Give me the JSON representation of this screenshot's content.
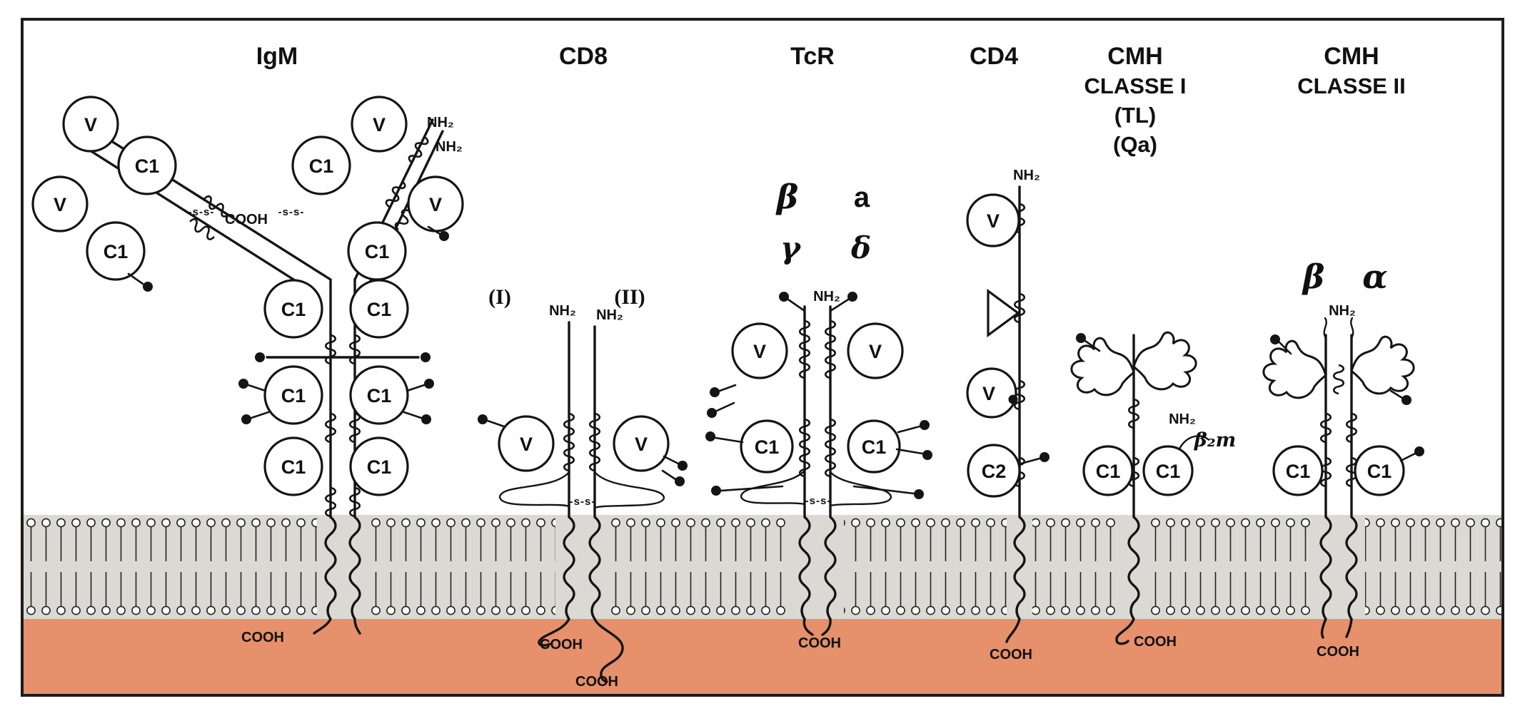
{
  "diagram": {
    "titles": {
      "igm": "IgM",
      "cd8": "CD8",
      "tcr": "TcR",
      "cd4": "CD4",
      "cmh1": [
        "CMH",
        "CLASSE I",
        "(TL)",
        "(Qa)"
      ],
      "cmh2": [
        "CMH",
        "CLASSE II"
      ]
    },
    "labels": {
      "v": "V",
      "c1": "C1",
      "c2": "C2",
      "nh2": "NH₂",
      "cooh": "COOH",
      "ss": "-s-s-",
      "beta": "β",
      "alpha": "α",
      "a": "a",
      "gamma": "γ",
      "delta": "δ",
      "b2m": "β₂m",
      "roman1": "(I)",
      "roman2": "(II)"
    },
    "colors": {
      "ink": "#141414",
      "membrane_gray": "#dbd9d3",
      "cytoplasm_salmon": "#e6906c",
      "background": "#ffffff"
    }
  }
}
